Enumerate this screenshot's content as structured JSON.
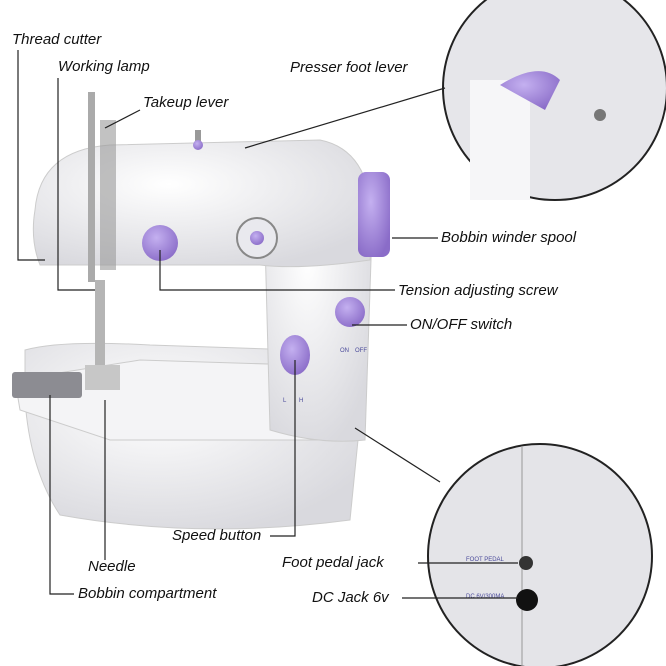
{
  "labels": {
    "thread_cutter": "Thread cutter",
    "working_lamp": "Working lamp",
    "takeup_lever": "Takeup lever",
    "presser_foot_lever": "Presser foot lever",
    "bobbin_winder_spool": "Bobbin winder spool",
    "tension_adjusting_screw": "Tension adjusting screw",
    "on_off_switch": "ON/OFF switch",
    "speed_button": "Speed button",
    "foot_pedal_jack": "Foot pedal jack",
    "dc_jack": "DC Jack 6v",
    "needle": "Needle",
    "bobbin_compartment": "Bobbin compartment"
  },
  "machine_marks": {
    "on": "ON",
    "off": "OFF",
    "low": "L",
    "high": "H",
    "foot_pedal": "FOOT PEDAL",
    "dc": "DC 6V/300MA"
  },
  "colors": {
    "accent": "#9b7fd6",
    "body": "#eeeef0",
    "line": "#222222"
  }
}
